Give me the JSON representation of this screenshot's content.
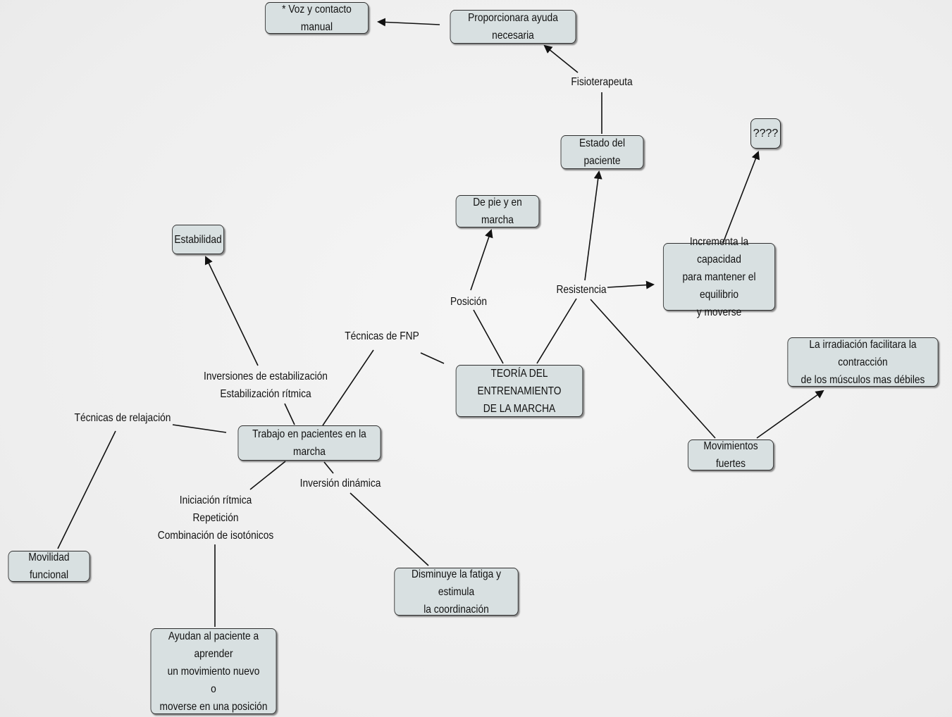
{
  "nodes": {
    "main": "TEORÍA DEL ENTRENAMIENTO\nDE LA MARCHA",
    "trabajo": "Trabajo en pacientes en la marcha",
    "estabilidad": "Estabilidad",
    "movilidad": "Movilidad funcional",
    "ayudan": "Ayudan al paciente a aprender\nun movimiento nuevo\no\nmoverse en una posición",
    "disminuye": "Disminuye la fatiga y estimula\nla coordinación",
    "depie": "De pie y en marcha",
    "estado": "Estado del paciente",
    "proporcionara": "Proporcionara ayuda necesaria",
    "voz": "* Voz y contacto manual",
    "interrogacion": "????",
    "incrementa": "Incrementa la capacidad\npara mantener el equilibrio\ny moverse",
    "irradiacion": "La irradiación facilitara la contracción\nde los músculos mas débiles",
    "movimientos": "Movimientos fuertes"
  },
  "labels": {
    "tecnicas_fnp": "Técnicas de FNP",
    "posicion": "Posición",
    "resistencia": "Resistencia",
    "fisioterapeuta": "Fisioterapeuta",
    "inversiones": "Inversiones de estabilización\nEstabilización rítmica",
    "tecnicas_relajacion": "Técnicas de relajación",
    "iniciacion": "Iniciación rítmica\nRepetición\nCombinación de isotónicos",
    "inversion_dinamica": "Inversión dinámica"
  },
  "colors": {
    "node_fill": "#d8e0e1",
    "line": "#111111",
    "background": "#f0f0f0"
  }
}
